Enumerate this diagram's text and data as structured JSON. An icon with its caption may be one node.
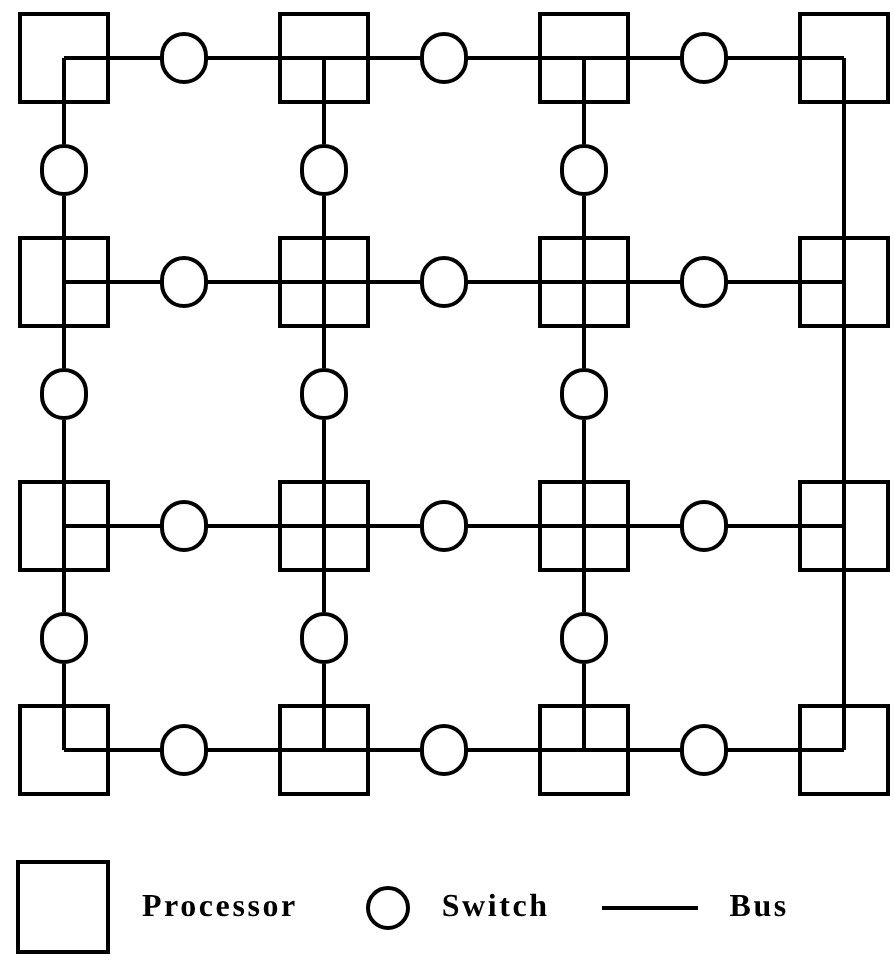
{
  "diagram": {
    "nodes": [
      {
        "text": [],
        "shape": "box"
      },
      {
        "text": [],
        "shape": "circle"
      },
      {
        "text": [],
        "shape": "box"
      },
      {
        "text": [],
        "shape": "circle"
      },
      {
        "text": [],
        "shape": "box"
      },
      {
        "text": [],
        "shape": "circle"
      },
      {
        "text": [],
        "shape": "box"
      },
      {
        "text": [],
        "shape": "circle"
      },
      {
        "text": [],
        "shape": "circle"
      },
      {
        "text": [],
        "shape": "circle"
      },
      {
        "text": [],
        "shape": "box"
      },
      {
        "text": [],
        "shape": "circle"
      },
      {
        "text": [],
        "shape": "box"
      },
      {
        "text": [],
        "shape": "circle"
      },
      {
        "text": [],
        "shape": "box"
      },
      {
        "text": [],
        "shape": "circle"
      },
      {
        "text": [],
        "shape": "box"
      },
      {
        "text": [],
        "shape": "circle"
      },
      {
        "text": [],
        "shape": "circle"
      },
      {
        "text": [],
        "shape": "circle"
      },
      {
        "text": [],
        "shape": "box"
      },
      {
        "text": [],
        "shape": "circle"
      },
      {
        "text": [],
        "shape": "box"
      },
      {
        "text": [],
        "shape": "circle"
      },
      {
        "text": [],
        "shape": "box"
      },
      {
        "text": [],
        "shape": "circle"
      },
      {
        "text": [],
        "shape": "box"
      },
      {
        "text": [],
        "shape": "circle"
      },
      {
        "text": [],
        "shape": "circle"
      },
      {
        "text": [],
        "shape": "circle"
      },
      {
        "text": [],
        "shape": "box"
      },
      {
        "text": [],
        "shape": "circle"
      },
      {
        "text": [],
        "shape": "box"
      },
      {
        "text": [],
        "shape": "circle"
      },
      {
        "text": [],
        "shape": "box"
      },
      {
        "text": [],
        "shape": "circle"
      },
      {
        "text": [],
        "shape": "box"
      }
    ],
    "edges": [
      {
        "from": 0,
        "to": 1,
        "arrow": "none"
      },
      {
        "from": 1,
        "to": 2,
        "arrow": "none"
      },
      {
        "from": 2,
        "to": 3,
        "arrow": "none"
      },
      {
        "from": 3,
        "to": 4,
        "arrow": "none"
      },
      {
        "from": 4,
        "to": 5,
        "arrow": "none"
      },
      {
        "from": 5,
        "to": 6,
        "arrow": "none"
      },
      {
        "from": 0,
        "to": 7,
        "arrow": "none"
      },
      {
        "from": 7,
        "to": 10,
        "arrow": "none"
      },
      {
        "from": 2,
        "to": 8,
        "arrow": "none"
      },
      {
        "from": 8,
        "to": 12,
        "arrow": "none"
      },
      {
        "from": 4,
        "to": 9,
        "arrow": "none"
      },
      {
        "from": 9,
        "to": 14,
        "arrow": "none"
      },
      {
        "from": 6,
        "to": 16,
        "arrow": "none"
      },
      {
        "from": 10,
        "to": 11,
        "arrow": "none"
      },
      {
        "from": 11,
        "to": 12,
        "arrow": "none"
      },
      {
        "from": 12,
        "to": 13,
        "arrow": "none"
      },
      {
        "from": 13,
        "to": 14,
        "arrow": "none"
      },
      {
        "from": 14,
        "to": 15,
        "arrow": "none"
      },
      {
        "from": 15,
        "to": 16,
        "arrow": "none"
      },
      {
        "from": 10,
        "to": 17,
        "arrow": "none"
      },
      {
        "from": 17,
        "to": 20,
        "arrow": "none"
      },
      {
        "from": 12,
        "to": 18,
        "arrow": "none"
      },
      {
        "from": 18,
        "to": 22,
        "arrow": "none"
      },
      {
        "from": 14,
        "to": 19,
        "arrow": "none"
      },
      {
        "from": 19,
        "to": 24,
        "arrow": "none"
      },
      {
        "from": 16,
        "to": 26,
        "arrow": "none"
      },
      {
        "from": 20,
        "to": 21,
        "arrow": "none"
      },
      {
        "from": 21,
        "to": 22,
        "arrow": "none"
      },
      {
        "from": 22,
        "to": 23,
        "arrow": "none"
      },
      {
        "from": 23,
        "to": 24,
        "arrow": "none"
      },
      {
        "from": 24,
        "to": 25,
        "arrow": "none"
      },
      {
        "from": 25,
        "to": 26,
        "arrow": "none"
      },
      {
        "from": 20,
        "to": 27,
        "arrow": "none"
      },
      {
        "from": 27,
        "to": 30,
        "arrow": "none"
      },
      {
        "from": 22,
        "to": 28,
        "arrow": "none"
      },
      {
        "from": 28,
        "to": 32,
        "arrow": "none"
      },
      {
        "from": 24,
        "to": 29,
        "arrow": "none"
      },
      {
        "from": 29,
        "to": 34,
        "arrow": "none"
      },
      {
        "from": 26,
        "to": 36,
        "arrow": "none"
      },
      {
        "from": 30,
        "to": 31,
        "arrow": "none"
      },
      {
        "from": 31,
        "to": 32,
        "arrow": "none"
      },
      {
        "from": 32,
        "to": 33,
        "arrow": "none"
      },
      {
        "from": 33,
        "to": 34,
        "arrow": "none"
      },
      {
        "from": 34,
        "to": 35,
        "arrow": "none"
      },
      {
        "from": 35,
        "to": 36,
        "arrow": "none"
      }
    ],
    "legend": [
      {
        "text": "Processor"
      },
      {
        "text": "Switch"
      },
      {
        "text": "Bus"
      }
    ]
  }
}
